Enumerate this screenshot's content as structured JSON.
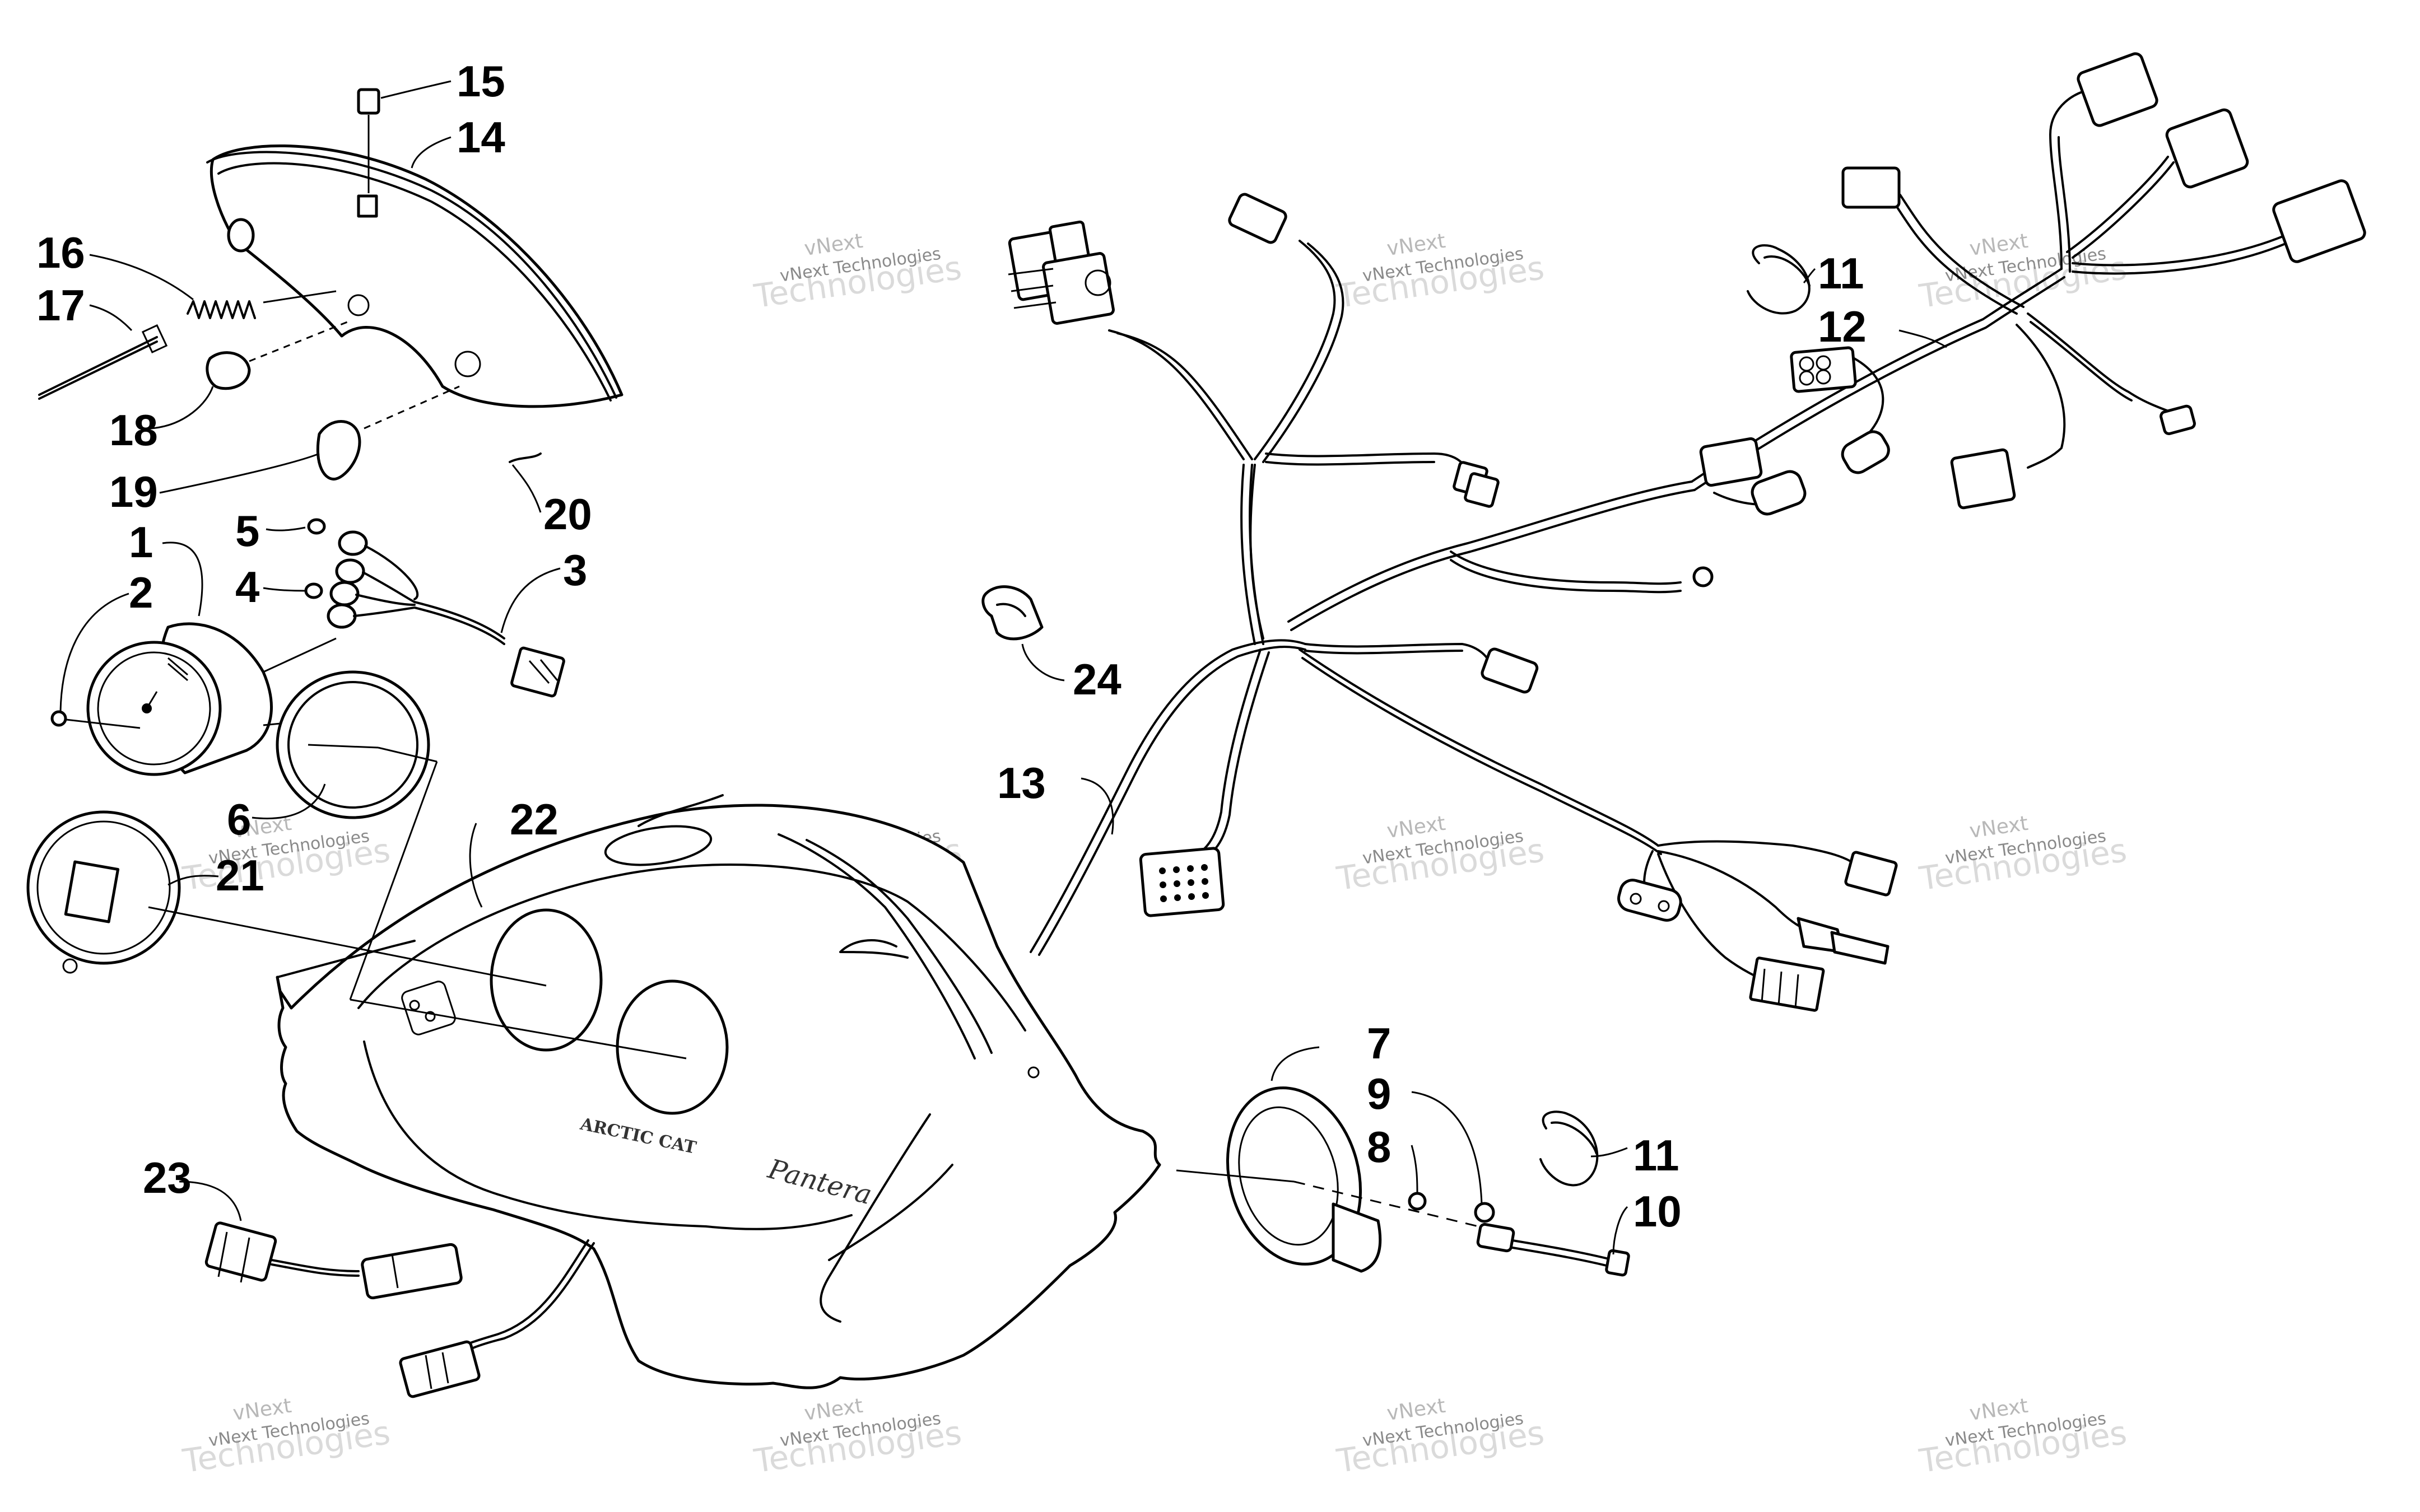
{
  "diagram": {
    "callouts": [
      {
        "id": "c15",
        "text": "15"
      },
      {
        "id": "c14",
        "text": "14"
      },
      {
        "id": "c16",
        "text": "16"
      },
      {
        "id": "c17",
        "text": "17"
      },
      {
        "id": "c18",
        "text": "18"
      },
      {
        "id": "c19",
        "text": "19"
      },
      {
        "id": "c20",
        "text": "20"
      },
      {
        "id": "c5",
        "text": "5"
      },
      {
        "id": "c3",
        "text": "3"
      },
      {
        "id": "c1",
        "text": "1"
      },
      {
        "id": "c2",
        "text": "2"
      },
      {
        "id": "c4",
        "text": "4"
      },
      {
        "id": "c6",
        "text": "6"
      },
      {
        "id": "c21",
        "text": "21"
      },
      {
        "id": "c22",
        "text": "22"
      },
      {
        "id": "c23",
        "text": "23"
      },
      {
        "id": "c24",
        "text": "24"
      },
      {
        "id": "c13",
        "text": "13"
      },
      {
        "id": "c11a",
        "text": "11"
      },
      {
        "id": "c12",
        "text": "12"
      },
      {
        "id": "c7",
        "text": "7"
      },
      {
        "id": "c9",
        "text": "9"
      },
      {
        "id": "c8",
        "text": "8"
      },
      {
        "id": "c11b",
        "text": "11"
      },
      {
        "id": "c10",
        "text": "10"
      }
    ],
    "watermark": {
      "line1": "vNext",
      "line2": "vNext Technologies",
      "line3": "Technologies"
    },
    "hood_emblem": "ARCTIC CAT",
    "hood_script": "Pantera"
  }
}
